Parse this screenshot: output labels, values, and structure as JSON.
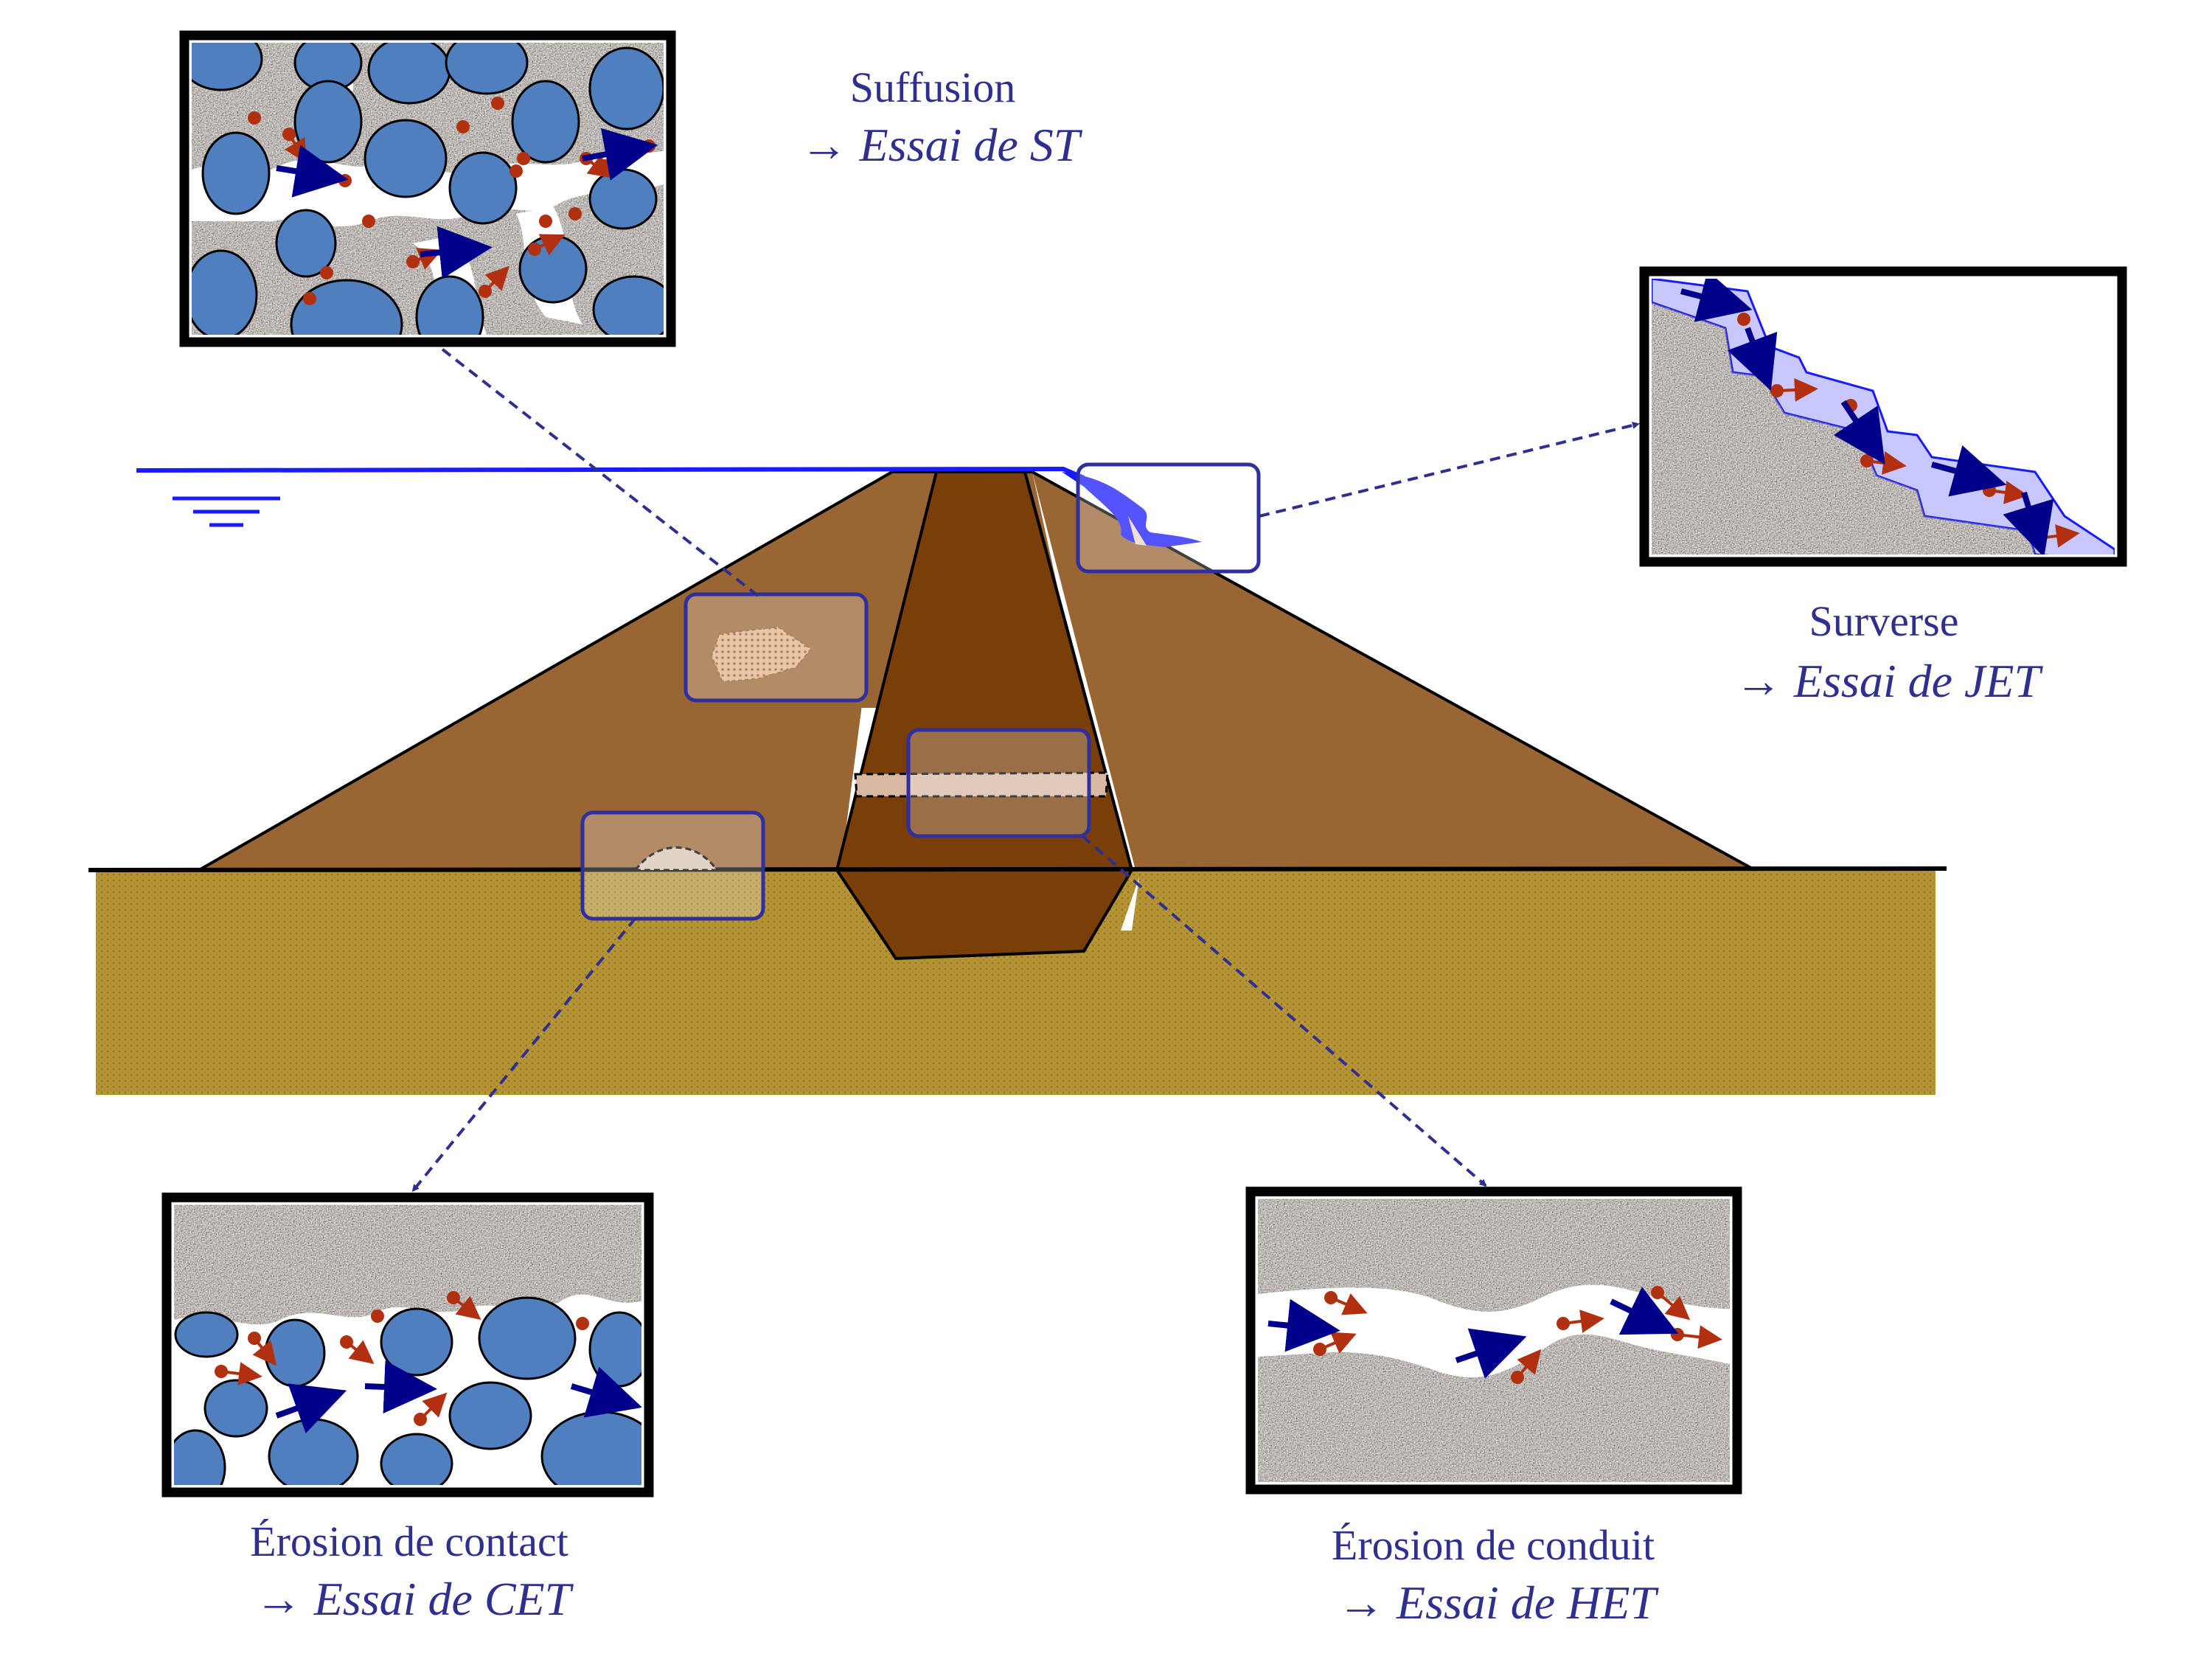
{
  "labels": {
    "suffusion": {
      "name": "Suffusion",
      "test": "→ Essai de ST"
    },
    "surverse": {
      "name": "Surverse",
      "test": "→ Essai de JET"
    },
    "contact": {
      "name": "Érosion de contact",
      "test": "→ Essai de CET"
    },
    "conduit": {
      "name": "Érosion de conduit",
      "test": "→ Essai de HET"
    }
  },
  "colors": {
    "shell": "#996633",
    "core": "#7a3f08",
    "foundation": "#b8922e",
    "water": "#1a1aff",
    "label_text": "#2f2f8f",
    "leader": "#2f2f8f",
    "grain": "#4f7fbf",
    "soil": "#9a8b78",
    "particle": "#b03010",
    "flow_arrow": "#00008b"
  }
}
